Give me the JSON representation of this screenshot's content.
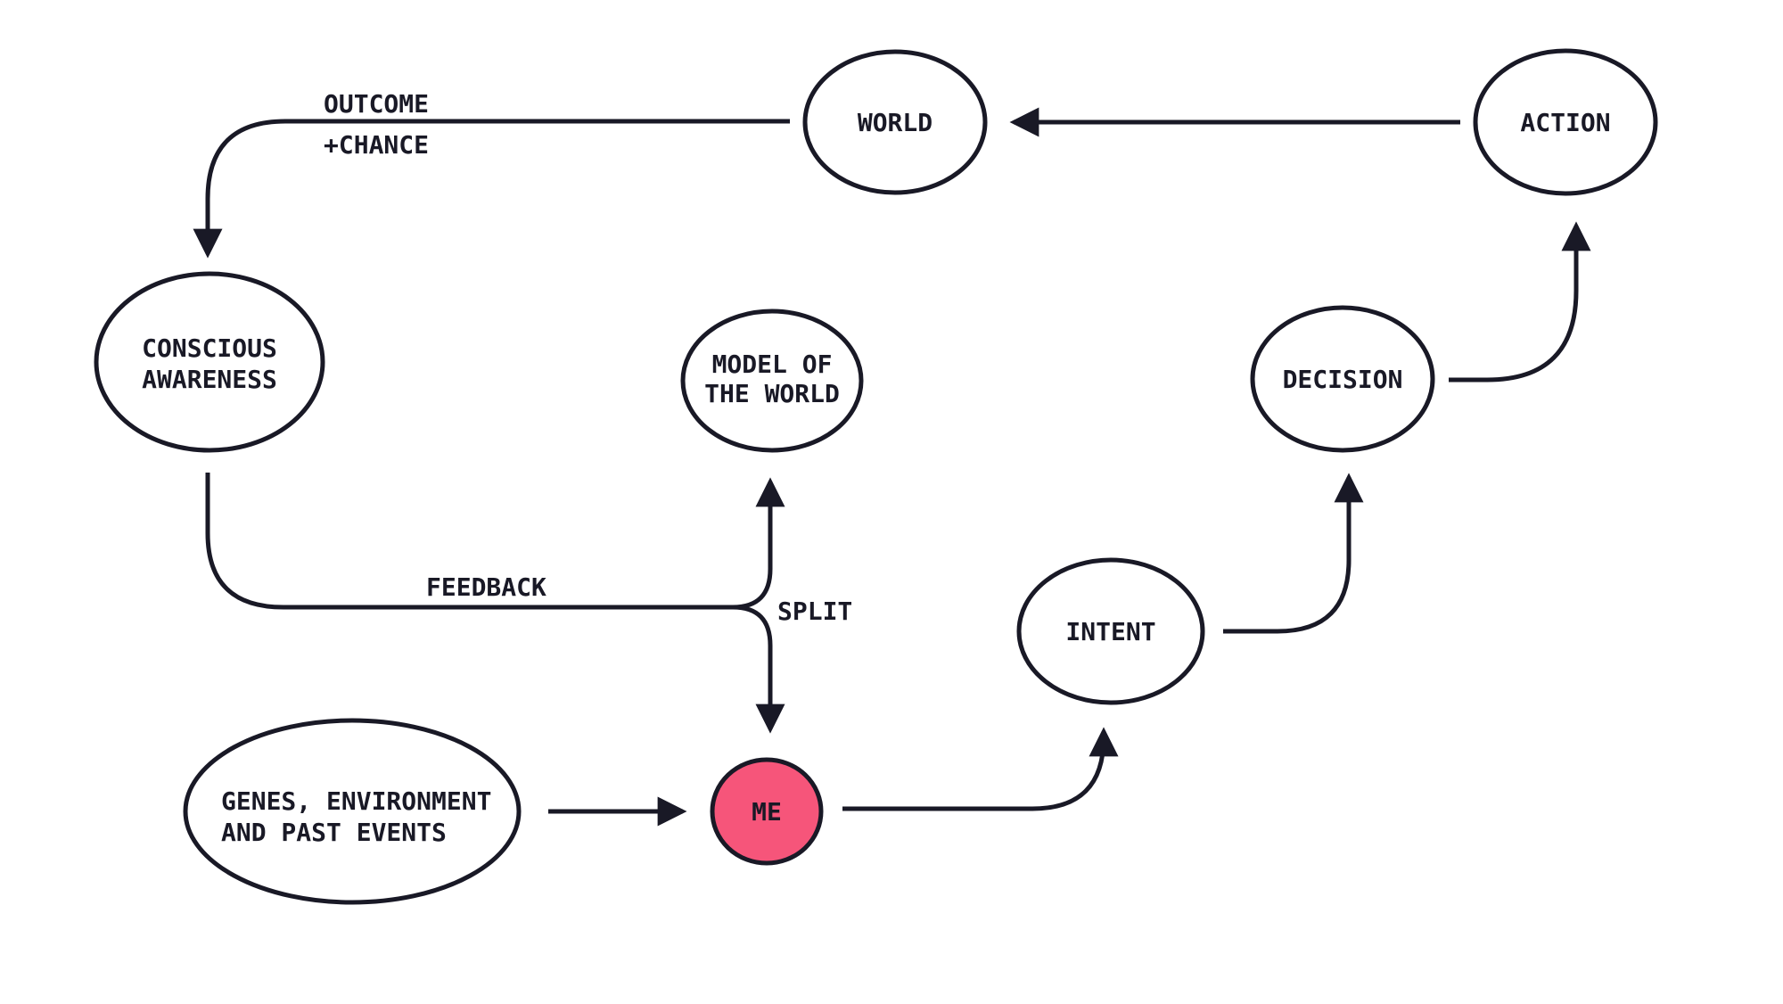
{
  "diagram": {
    "description": "Causal loop diagram of agency: world outcomes feed conscious awareness, feedback splits into a model of the world and the self (ME), which forms intent, decision and action back onto the world.",
    "colors": {
      "background": "#ffffff",
      "line": "#191926",
      "node_fill": "#ffffff",
      "me_fill": "#f6557a"
    },
    "nodes": {
      "world": {
        "label": "WORLD"
      },
      "action": {
        "label": "ACTION"
      },
      "conscious_awareness": {
        "lines": [
          "CONSCIOUS",
          "AWARENESS"
        ]
      },
      "model_of_the_world": {
        "lines": [
          "MODEL OF",
          "THE WORLD"
        ]
      },
      "decision": {
        "label": "DECISION"
      },
      "intent": {
        "label": "INTENT"
      },
      "me": {
        "label": "ME"
      },
      "genes": {
        "lines": [
          "GENES, ENVIRONMENT",
          "AND PAST EVENTS"
        ]
      }
    },
    "labels": {
      "outcome": [
        "OUTCOME",
        "+CHANCE"
      ],
      "feedback": "FEEDBACK",
      "split": "SPLIT"
    },
    "edges": [
      {
        "from": "action",
        "to": "world",
        "label": ""
      },
      {
        "from": "world",
        "to": "conscious_awareness",
        "label": "OUTCOME +CHANCE"
      },
      {
        "from": "conscious_awareness",
        "to": "split-point",
        "label": "FEEDBACK"
      },
      {
        "from": "split-point",
        "to": "model_of_the_world",
        "label": "SPLIT"
      },
      {
        "from": "split-point",
        "to": "me",
        "label": "SPLIT"
      },
      {
        "from": "genes",
        "to": "me",
        "label": ""
      },
      {
        "from": "me",
        "to": "intent",
        "label": ""
      },
      {
        "from": "intent",
        "to": "decision",
        "label": ""
      },
      {
        "from": "decision",
        "to": "action",
        "label": ""
      }
    ]
  }
}
